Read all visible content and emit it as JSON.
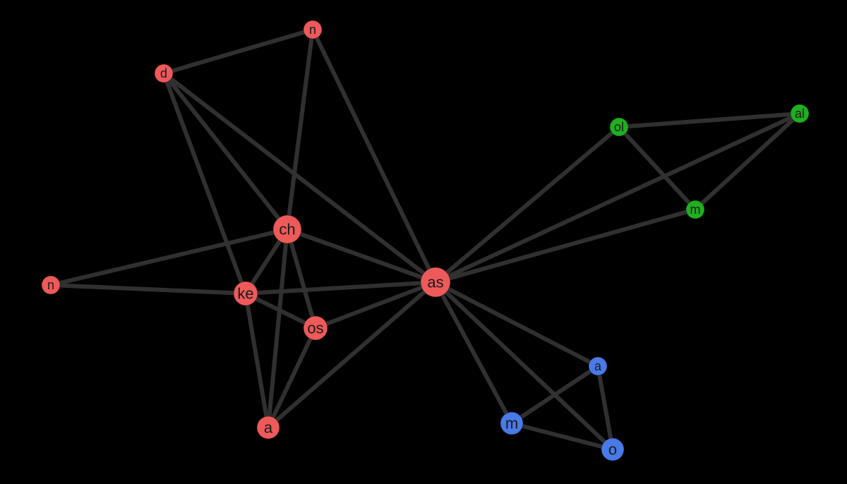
{
  "colors": {
    "background": "#000000",
    "edge": "#333333",
    "group_red": "#ee5a5a",
    "group_green": "#1fb01f",
    "group_blue": "#4a7ae8"
  },
  "diagram": {
    "type": "network-graph",
    "nodes": [
      {
        "id": "n1",
        "label": "n",
        "group": "red"
      },
      {
        "id": "n2",
        "label": "d",
        "group": "red"
      },
      {
        "id": "n3",
        "label": "ch",
        "group": "red"
      },
      {
        "id": "n4",
        "label": "n",
        "group": "red"
      },
      {
        "id": "n5",
        "label": "ke",
        "group": "red"
      },
      {
        "id": "n6",
        "label": "os",
        "group": "red"
      },
      {
        "id": "n7",
        "label": "a",
        "group": "red"
      },
      {
        "id": "n8",
        "label": "as",
        "group": "red"
      },
      {
        "id": "n9",
        "label": "n",
        "group": "red"
      },
      {
        "id": "n10",
        "label": "ol",
        "group": "green"
      },
      {
        "id": "n11",
        "label": "al",
        "group": "green"
      },
      {
        "id": "n12",
        "label": "m",
        "group": "green"
      },
      {
        "id": "n13",
        "label": "a",
        "group": "blue"
      },
      {
        "id": "n14",
        "label": "m",
        "group": "blue"
      },
      {
        "id": "n15",
        "label": "o",
        "group": "blue"
      }
    ],
    "edges": [
      [
        "n1",
        "n2"
      ],
      [
        "n1",
        "n3"
      ],
      [
        "n1",
        "n8"
      ],
      [
        "n2",
        "n3"
      ],
      [
        "n2",
        "n8"
      ],
      [
        "n2",
        "n5"
      ],
      [
        "n3",
        "n4"
      ],
      [
        "n3",
        "n5"
      ],
      [
        "n3",
        "n6"
      ],
      [
        "n3",
        "n8"
      ],
      [
        "n3",
        "n7"
      ],
      [
        "n4",
        "n5"
      ],
      [
        "n5",
        "n6"
      ],
      [
        "n5",
        "n8"
      ],
      [
        "n5",
        "n7"
      ],
      [
        "n6",
        "n8"
      ],
      [
        "n6",
        "n7"
      ],
      [
        "n8",
        "n7"
      ],
      [
        "n8",
        "n10"
      ],
      [
        "n8",
        "n11"
      ],
      [
        "n8",
        "n12"
      ],
      [
        "n8",
        "n13"
      ],
      [
        "n8",
        "n14"
      ],
      [
        "n8",
        "n15"
      ],
      [
        "n10",
        "n11"
      ],
      [
        "n10",
        "n12"
      ],
      [
        "n11",
        "n12"
      ],
      [
        "n13",
        "n14"
      ],
      [
        "n13",
        "n15"
      ],
      [
        "n14",
        "n15"
      ]
    ]
  }
}
